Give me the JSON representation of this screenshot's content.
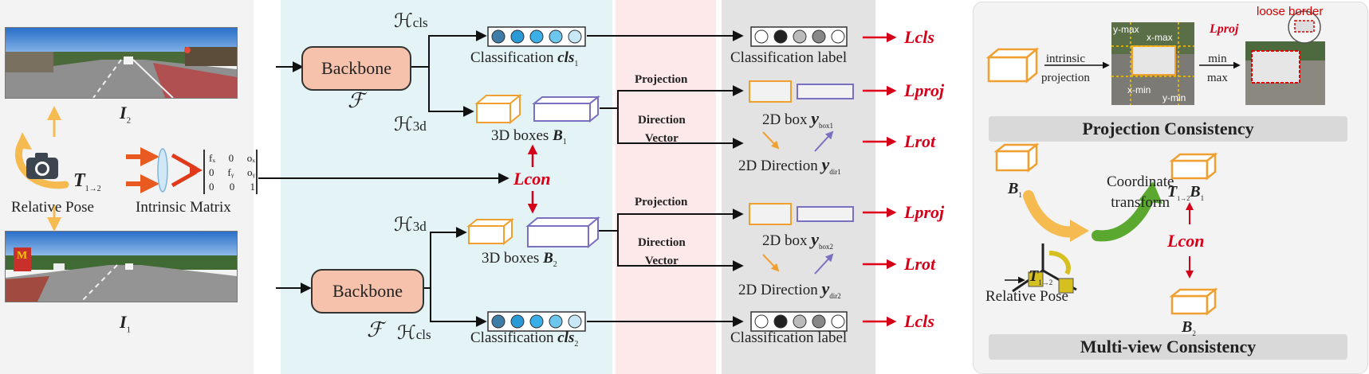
{
  "colors": {
    "blue_panel": "#e3f3f6",
    "pink_panel": "#fde8ea",
    "gray_panel": "#e3e3e3",
    "right_panel": "#f3f3f3",
    "loss_red": "#d4001a",
    "backbone_fill": "#f7c2ac",
    "box_orange": "#f0a030",
    "box_purple": "#8878c0",
    "arrow_red": "#e03a1a",
    "green_arrow": "#5aa830",
    "yellow_arrow": "#f5bb50"
  },
  "left": {
    "image_top": "I",
    "image_top_sub": "2",
    "image_bottom": "I",
    "image_bottom_sub": "1",
    "pose_symbol": "T",
    "pose_sub": "1→2",
    "pose_label": "Relative Pose",
    "intrinsic_label": "Intrinsic Matrix",
    "matrix": [
      [
        "fₓ",
        "0",
        "oₓ"
      ],
      [
        "0",
        "fᵧ",
        "oᵧ"
      ],
      [
        "0",
        "0",
        "1"
      ]
    ]
  },
  "pipeline": {
    "backbone_label": "Backbone",
    "backbone_symbol": "ℱ",
    "head_cls": "ℋ",
    "head_cls_sub": "cls",
    "head_3d": "ℋ",
    "head_3d_sub": "3d",
    "classification_top": "Classification ",
    "cls1_symbol": "cls",
    "cls1_sub": "1",
    "cls2_symbol": "cls",
    "cls2_sub": "2",
    "boxes3d_label": "3D boxes ",
    "B1_symbol": "B",
    "B1_sub": "1",
    "B2_symbol": "B",
    "B2_sub": "2",
    "projection": "Projection",
    "direction_vector_1": "Direction",
    "direction_vector_2": "Vector",
    "cls_label": "Classification label",
    "box2d_label": "2D box ",
    "ybox1_sub": "box1",
    "ybox2_sub": "box2",
    "dir2d_label": "2D Direction ",
    "ydir1_sub": "dir1",
    "ydir2_sub": "dir2",
    "y_symbol": "y"
  },
  "losses": {
    "lcls": "Lcls",
    "lproj": "Lproj",
    "lrot": "Lrot",
    "lcon": "Lcon"
  },
  "right": {
    "intrinsic_1": "intrinsic",
    "intrinsic_2": "projection",
    "minmax_1": "min",
    "minmax_2": "max",
    "ymax": "y-max",
    "xmax": "x-max",
    "xmin": "x-min",
    "ymin": "y-min",
    "loose_border": "loose border",
    "lproj_label": "Lproj",
    "projection_consistency": "Projection Consistency",
    "B1": "B",
    "B1_sub": "1",
    "coord_1": "Coordinate",
    "coord_2": "transform",
    "T": "T",
    "T_sub": "1→2",
    "relative_pose": "Relative Pose",
    "TB1_B": "B",
    "TB1_sub": "1",
    "lcon": "Lcon",
    "B2": "B",
    "B2_sub": "2",
    "multiview_consistency": "Multi-view Consistency"
  }
}
